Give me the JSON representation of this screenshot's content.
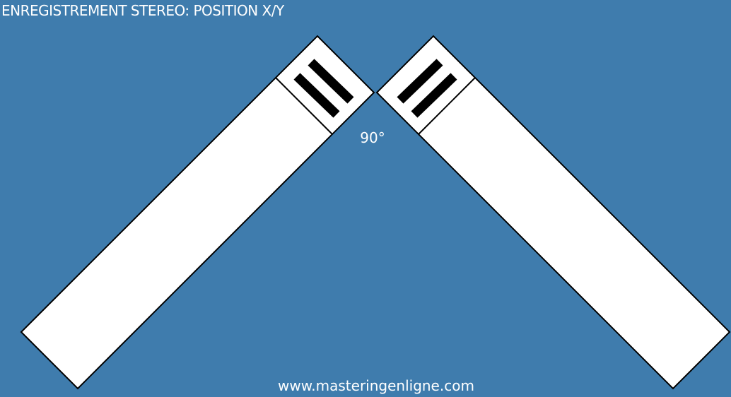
{
  "title": "ENREGISTREMENT STEREO: POSITION X/Y",
  "angle_label": "90°",
  "footer_url": "www.masteringenligne.com",
  "colors": {
    "background": "#3f7cad",
    "microphone_body": "#ffffff",
    "microphone_outline": "#000000",
    "capsule_slot": "#000000",
    "text": "#ffffff"
  }
}
